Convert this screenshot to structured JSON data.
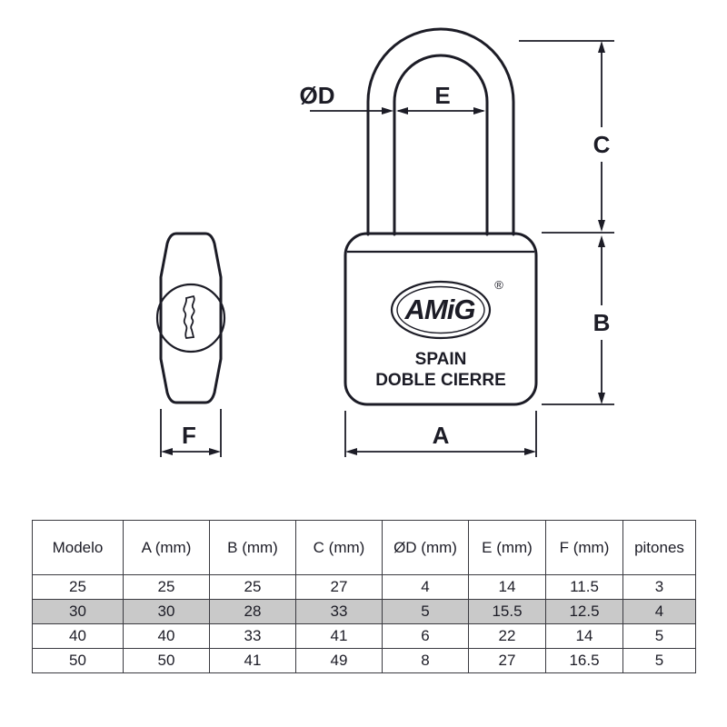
{
  "diagram": {
    "labels": {
      "dim_d": "ØD",
      "dim_e": "E",
      "dim_c": "C",
      "dim_b": "B",
      "dim_a": "A",
      "dim_f": "F"
    },
    "padlock": {
      "brand": "AMiG",
      "registered": "®",
      "origin": "SPAIN",
      "feature": "DOBLE CIERRE"
    },
    "line_color": "#1c1c26"
  },
  "spec_table": {
    "headers": [
      "Modelo",
      "A (mm)",
      "B (mm)",
      "C (mm)",
      "ØD (mm)",
      "E (mm)",
      "F (mm)",
      "pitones"
    ],
    "rows": [
      [
        "25",
        "25",
        "25",
        "27",
        "4",
        "14",
        "11.5",
        "3"
      ],
      [
        "30",
        "30",
        "28",
        "33",
        "5",
        "15.5",
        "12.5",
        "4"
      ],
      [
        "40",
        "40",
        "33",
        "41",
        "6",
        "22",
        "14",
        "5"
      ],
      [
        "50",
        "50",
        "41",
        "49",
        "8",
        "27",
        "16.5",
        "5"
      ]
    ],
    "highlighted_row_index": 1,
    "highlight_color": "#c9c9c9"
  }
}
